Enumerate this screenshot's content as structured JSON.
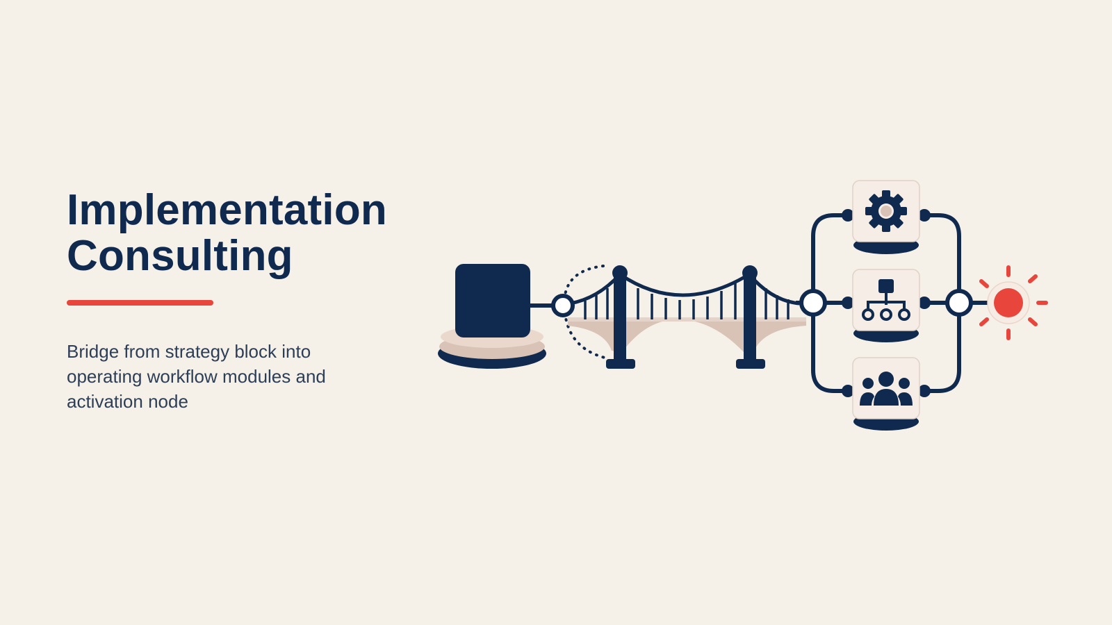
{
  "header": {
    "title_line1": "Implementation",
    "title_line2": "Consulting",
    "subtitle": "Bridge from strategy block into operating workflow modules and activation node"
  },
  "colors": {
    "background": "#f5f0e8",
    "navy": "#0f2a4e",
    "accent": "#e8453c",
    "beige": "#d8c3b6",
    "card": "#f6ede6"
  },
  "diagram": {
    "nodes": [
      {
        "id": "strategy-block",
        "kind": "platform-block"
      },
      {
        "id": "bridge",
        "kind": "suspension-bridge"
      },
      {
        "id": "module-settings",
        "icon": "gear-icon"
      },
      {
        "id": "module-workflow",
        "icon": "org-chart-icon"
      },
      {
        "id": "module-team",
        "icon": "team-icon"
      },
      {
        "id": "activation-node",
        "icon": "sun-burst-icon"
      }
    ]
  }
}
